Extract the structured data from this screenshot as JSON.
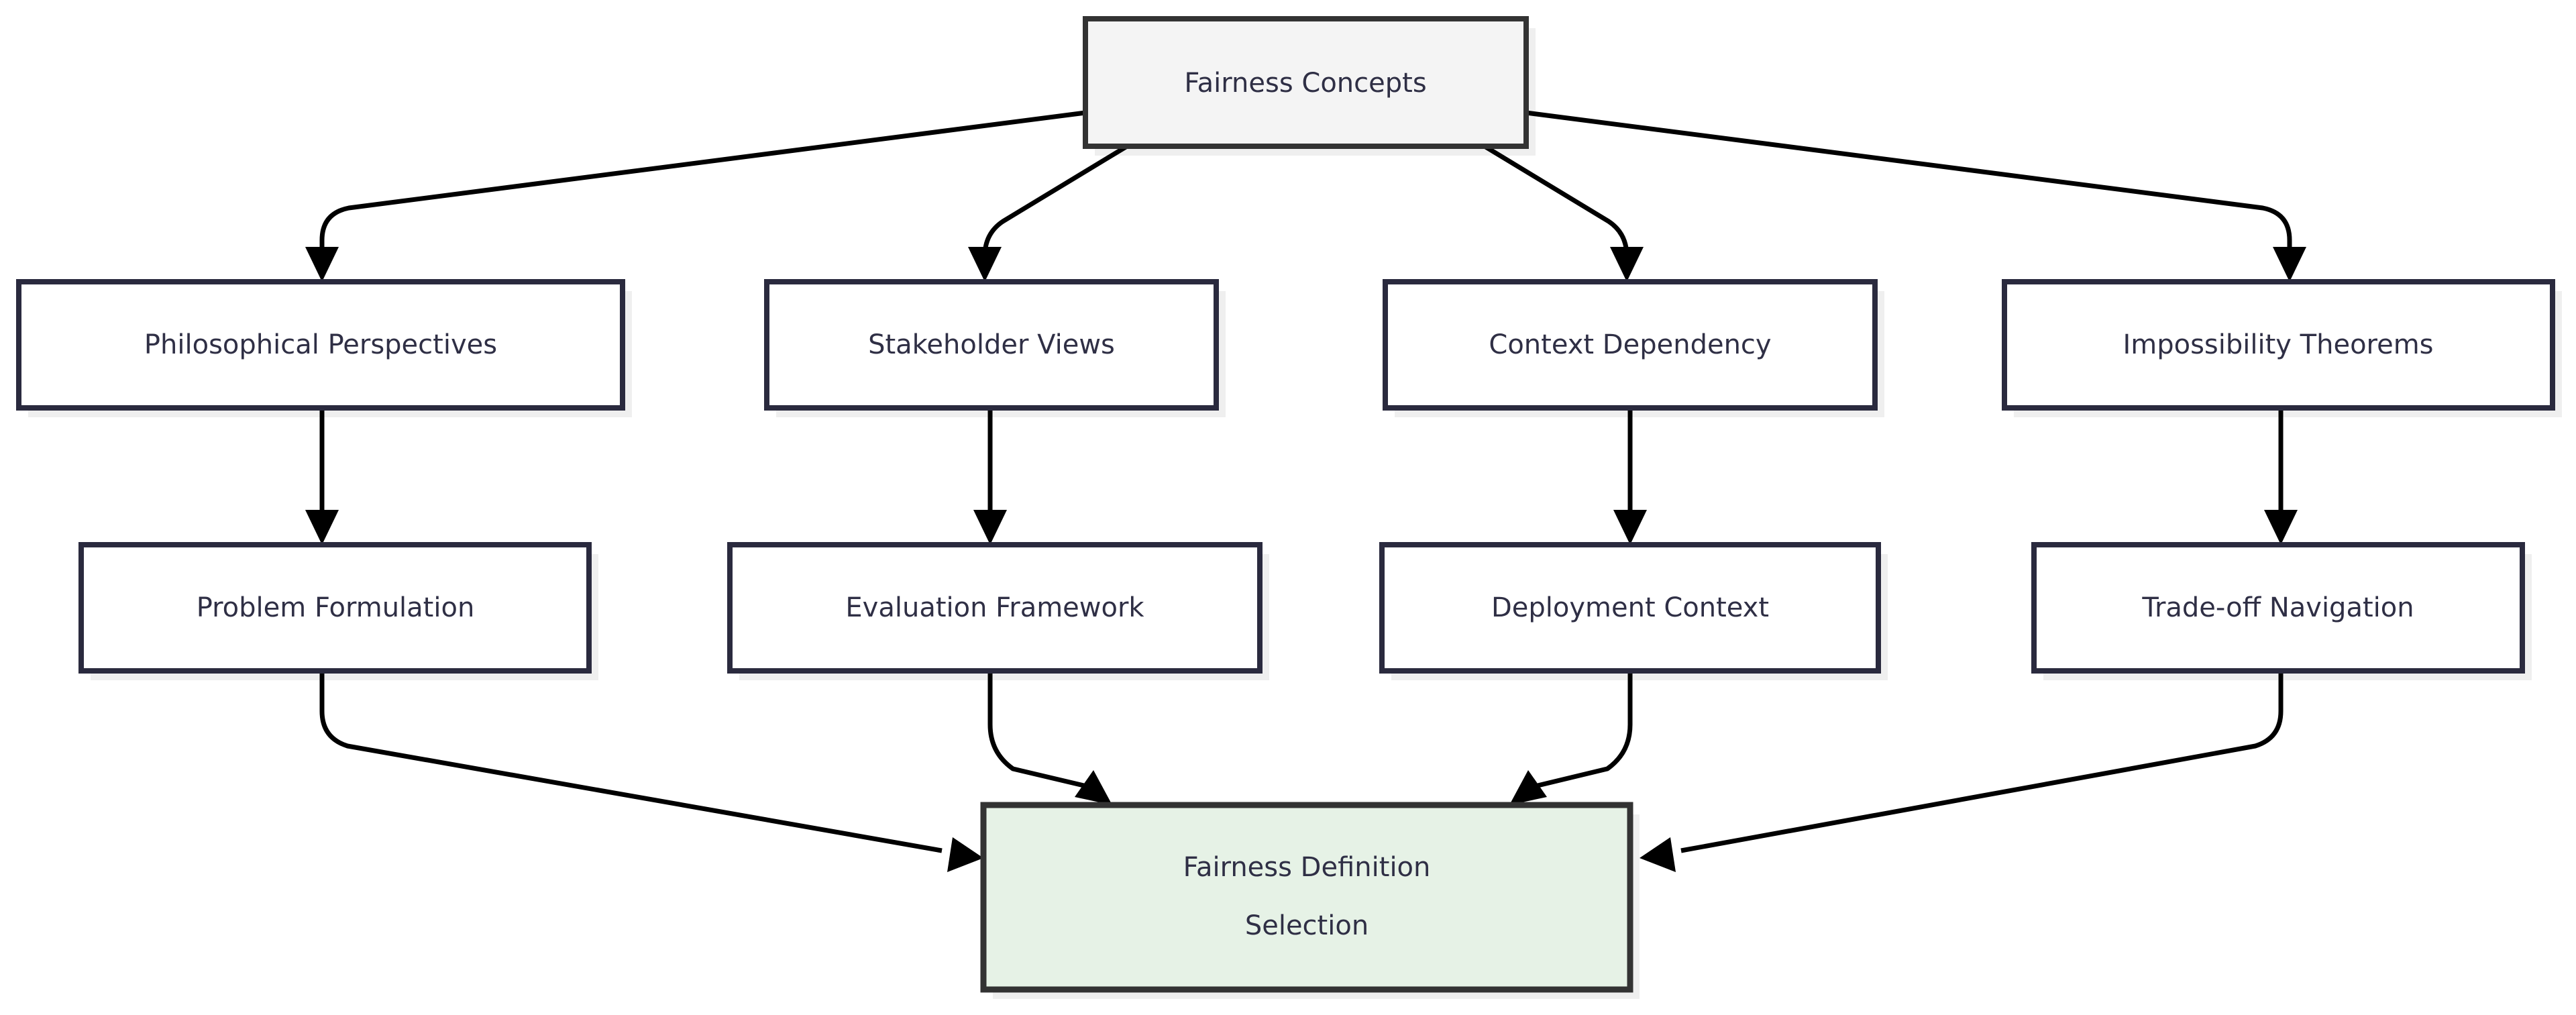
{
  "diagram": {
    "title": "Fairness Definition Selection Flowchart",
    "type": "flowchart",
    "direction": "top-down",
    "background_color": "#ffffff",
    "colors": {
      "root_fill": "#f4f4f4",
      "root_stroke": "#333333",
      "default_fill": "#ffffff",
      "default_stroke": "#2a2a3e",
      "highlight_fill": "#e6f2e6",
      "highlight_stroke": "#333333",
      "text": "#2f2f45",
      "edge": "#000000",
      "shadow": "#efefef"
    }
  },
  "nodes": {
    "root": {
      "id": "fairness-concepts",
      "label": "Fairness Concepts"
    },
    "row2": [
      {
        "id": "philosophical-perspectives",
        "label": "Philosophical Perspectives"
      },
      {
        "id": "stakeholder-views",
        "label": "Stakeholder Views"
      },
      {
        "id": "context-dependency",
        "label": "Context Dependency"
      },
      {
        "id": "impossibility-theorems",
        "label": "Impossibility Theorems"
      }
    ],
    "row3": [
      {
        "id": "problem-formulation",
        "label": "Problem Formulation"
      },
      {
        "id": "evaluation-framework",
        "label": "Evaluation Framework"
      },
      {
        "id": "deployment-context",
        "label": "Deployment Context"
      },
      {
        "id": "trade-off-navigation",
        "label": "Trade-off Navigation"
      }
    ],
    "result": {
      "id": "fairness-definition-selection",
      "label_line1": "Fairness Definition",
      "label_line2": "Selection"
    }
  },
  "edges": [
    {
      "from": "fairness-concepts",
      "to": "philosophical-perspectives"
    },
    {
      "from": "fairness-concepts",
      "to": "stakeholder-views"
    },
    {
      "from": "fairness-concepts",
      "to": "context-dependency"
    },
    {
      "from": "fairness-concepts",
      "to": "impossibility-theorems"
    },
    {
      "from": "philosophical-perspectives",
      "to": "problem-formulation"
    },
    {
      "from": "stakeholder-views",
      "to": "evaluation-framework"
    },
    {
      "from": "context-dependency",
      "to": "deployment-context"
    },
    {
      "from": "impossibility-theorems",
      "to": "trade-off-navigation"
    },
    {
      "from": "problem-formulation",
      "to": "fairness-definition-selection"
    },
    {
      "from": "evaluation-framework",
      "to": "fairness-definition-selection"
    },
    {
      "from": "deployment-context",
      "to": "fairness-definition-selection"
    },
    {
      "from": "trade-off-navigation",
      "to": "fairness-definition-selection"
    }
  ]
}
